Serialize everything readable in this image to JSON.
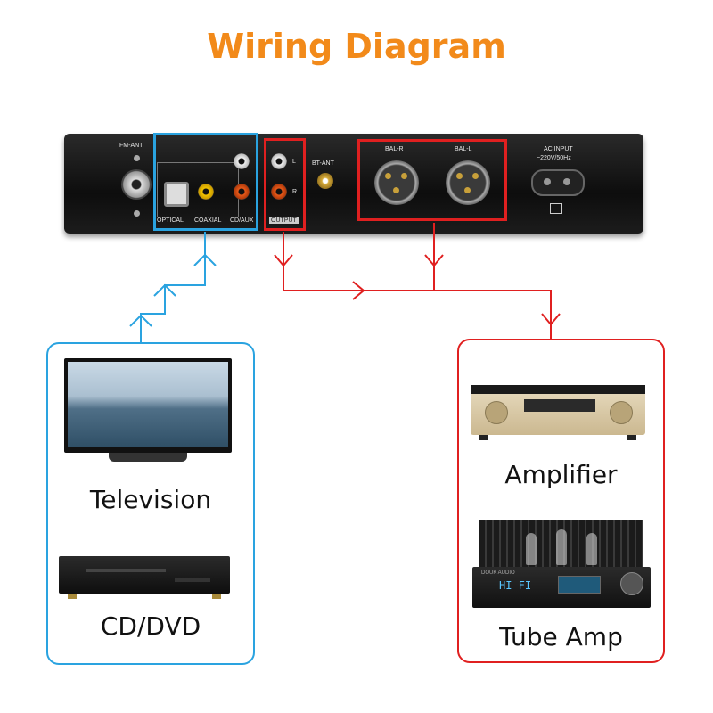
{
  "title": "Wiring Diagram",
  "panel": {
    "fm_ant": "FM-ANT",
    "optical": "OPTICAL",
    "coaxial": "COAXIAL",
    "cd_aux": "CD/AUX",
    "output": "OUTPUT",
    "l": "L",
    "r": "R",
    "bt_ant": "BT-ANT",
    "bal_r": "BAL-R",
    "bal_l": "BAL-L",
    "ac_input": "AC INPUT",
    "ac_voltage": "~220V/50Hz"
  },
  "sources": {
    "television": "Television",
    "cd_dvd": "CD/DVD"
  },
  "outputs": {
    "amplifier": "Amplifier",
    "tube_amp": "Tube Amp",
    "tube_amp_display": "HI FI",
    "tube_amp_brand": "DOUK AUDIO"
  },
  "colors": {
    "title": "#f28a1a",
    "input_path": "#2aa3e0",
    "output_path": "#e02020"
  }
}
